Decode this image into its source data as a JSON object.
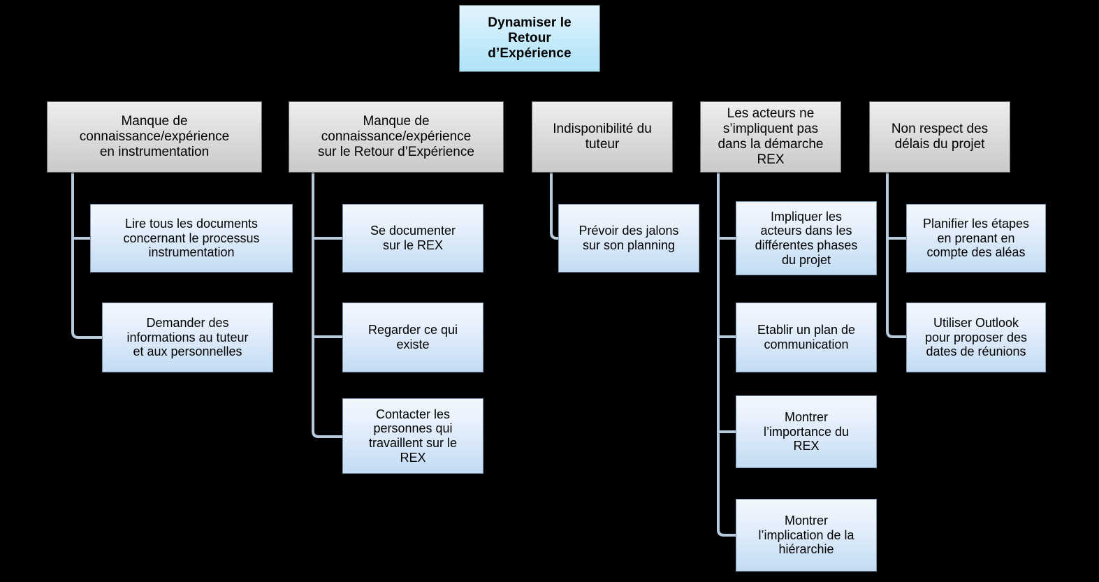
{
  "diagram": {
    "type": "tree",
    "title_node": {
      "label": "Dynamiser le\nRetour\nd’Expérience",
      "color": "#aee3fa"
    },
    "category_color": "#c9c9c9",
    "subnode_color": "#c3dcf3",
    "connector_color": "#b7cbdd",
    "background": "#000000",
    "categories": [
      {
        "label": "Manque de\nconnaissance/expérience\nen instrumentation",
        "children": [
          {
            "label": "Lire tous les documents\nconcernant le processus\ninstrumentation"
          },
          {
            "label": "Demander des\ninformations au tuteur\net aux personnelles"
          }
        ]
      },
      {
        "label": "Manque de\nconnaissance/expérience\nsur le Retour d’Expérience",
        "children": [
          {
            "label": "Se documenter\nsur le REX"
          },
          {
            "label": "Regarder ce qui\nexiste"
          },
          {
            "label": "Contacter les\npersonnes qui\ntravaillent sur le\nREX"
          }
        ]
      },
      {
        "label": "Indisponibilité du\ntuteur",
        "children": [
          {
            "label": "Prévoir des jalons\nsur son planning"
          }
        ]
      },
      {
        "label": "Les acteurs ne\ns’impliquent pas\ndans la démarche\nREX",
        "children": [
          {
            "label": "Impliquer les\nacteurs dans les\ndifférentes phases\ndu projet"
          },
          {
            "label": "Etablir un plan de\ncommunication"
          },
          {
            "label": "Montrer\nl’importance du\nREX"
          },
          {
            "label": "Montrer\nl’implication de la\nhiérarchie"
          }
        ]
      },
      {
        "label": "Non respect des\ndélais du projet",
        "children": [
          {
            "label": "Planifier les étapes\nen prenant en\ncompte des aléas"
          },
          {
            "label": "Utiliser Outlook\npour proposer des\ndates de réunions"
          }
        ]
      }
    ]
  }
}
